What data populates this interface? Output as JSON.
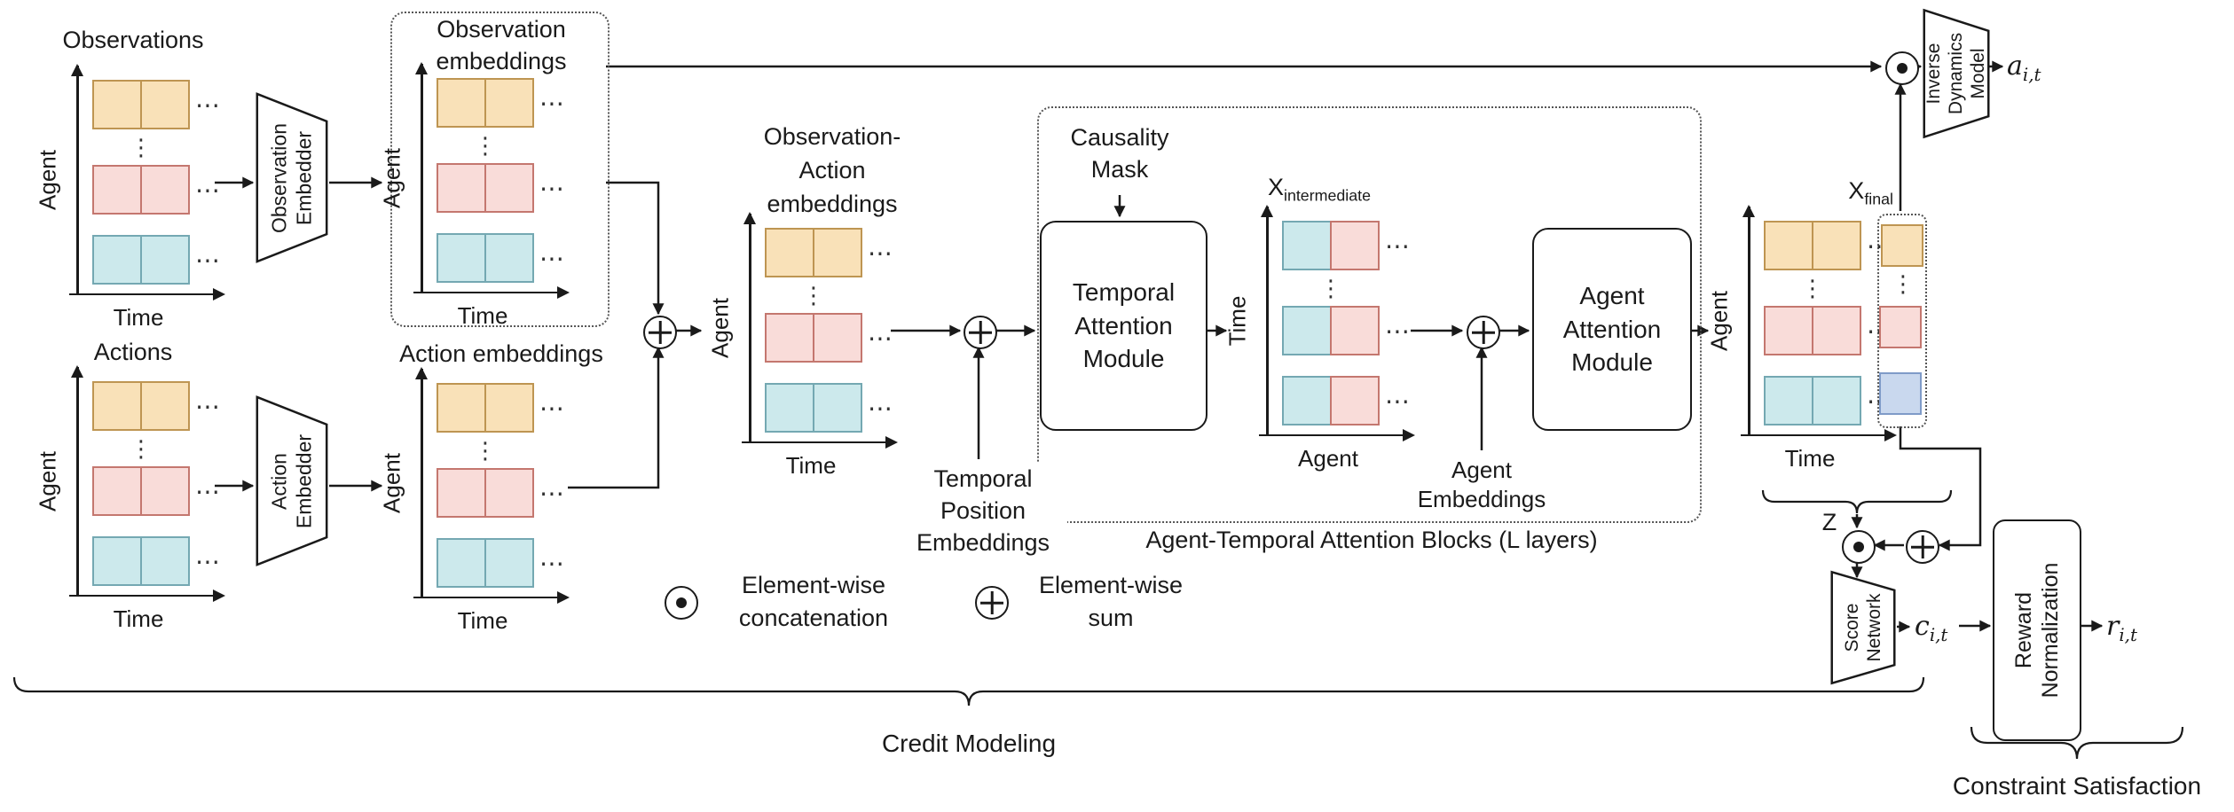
{
  "colors": {
    "ink": "#1a1a1a",
    "orange_fill": "#F9E1B8",
    "orange_stroke": "#BE9552",
    "pink_fill": "#F9DCD9",
    "pink_stroke": "#C4776F",
    "teal_fill": "#CCE9EC",
    "teal_stroke": "#74A8B2",
    "blue_fill": "#C9D8EE",
    "blue_stroke": "#7F9BC8"
  },
  "glyphs": {
    "hdots": "⋯",
    "vdots": "⋮"
  },
  "plots": {
    "observations": {
      "title": "Observations",
      "ylabel": "Agent",
      "xlabel": "Time"
    },
    "actions": {
      "title": "Actions",
      "ylabel": "Agent",
      "xlabel": "Time"
    },
    "observation_embeddings": {
      "title": "Observation\nembeddings",
      "ylabel": "Agent",
      "xlabel": "Time"
    },
    "action_embeddings": {
      "title": "Action embeddings",
      "ylabel": "Agent",
      "xlabel": "Time"
    },
    "observation_action_embeddings": {
      "title": "Observation-\nAction\nembeddings",
      "ylabel": "Agent",
      "xlabel": "Time"
    },
    "x_intermediate": {
      "title_base": "X",
      "title_sub": "intermediate",
      "ylabel": "Time",
      "xlabel": "Agent"
    },
    "x_final": {
      "label_base": "X",
      "label_sub": "final",
      "ylabel": "Agent",
      "xlabel": "Time"
    }
  },
  "modules": {
    "observation_embedder": "Observation\nEmbedder",
    "action_embedder": "Action\nEmbedder",
    "temporal_attention": "Temporal\nAttention\nModule",
    "agent_attention": "Agent\nAttention\nModule",
    "inverse_dynamics": "Inverse\nDynamics\nModel",
    "score_network": "Score\nNetwork",
    "reward_normalization": "Reward\nNormalization"
  },
  "labels": {
    "causality_mask": "Causality\nMask",
    "temporal_position_embeddings": "Temporal\nPosition\nEmbeddings",
    "agent_embeddings": "Agent\nEmbeddings",
    "attention_blocks": "Agent-Temporal Attention Blocks (L layers)",
    "z": "Z",
    "credit_modeling": "Credit Modeling",
    "constraint_satisfaction": "Constraint Satisfaction"
  },
  "legend": {
    "concatenation": "Element-wise\nconcatenation",
    "sum": "Element-wise\nsum"
  },
  "outputs": {
    "action": {
      "base": "a",
      "sub": "i,t"
    },
    "credit": {
      "base": "c",
      "sub": "i,t"
    },
    "reward": {
      "base": "r",
      "sub": "i,t"
    }
  }
}
